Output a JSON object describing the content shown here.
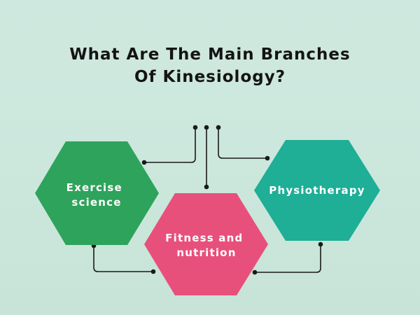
{
  "title": {
    "line1": "What Are The Main Branches",
    "line2": "Of Kinesiology?"
  },
  "branches": [
    {
      "label_lines": [
        "Exercise",
        "science"
      ],
      "color": "#2ea35b"
    },
    {
      "label_lines": [
        "Physiotherapy"
      ],
      "color": "#1fae96"
    },
    {
      "label_lines": [
        "Fitness and",
        "nutrition"
      ],
      "color": "#e8507c"
    }
  ],
  "colors": {
    "background": "#cce7dc",
    "connector": "#1a1a1a",
    "title": "#141414"
  }
}
